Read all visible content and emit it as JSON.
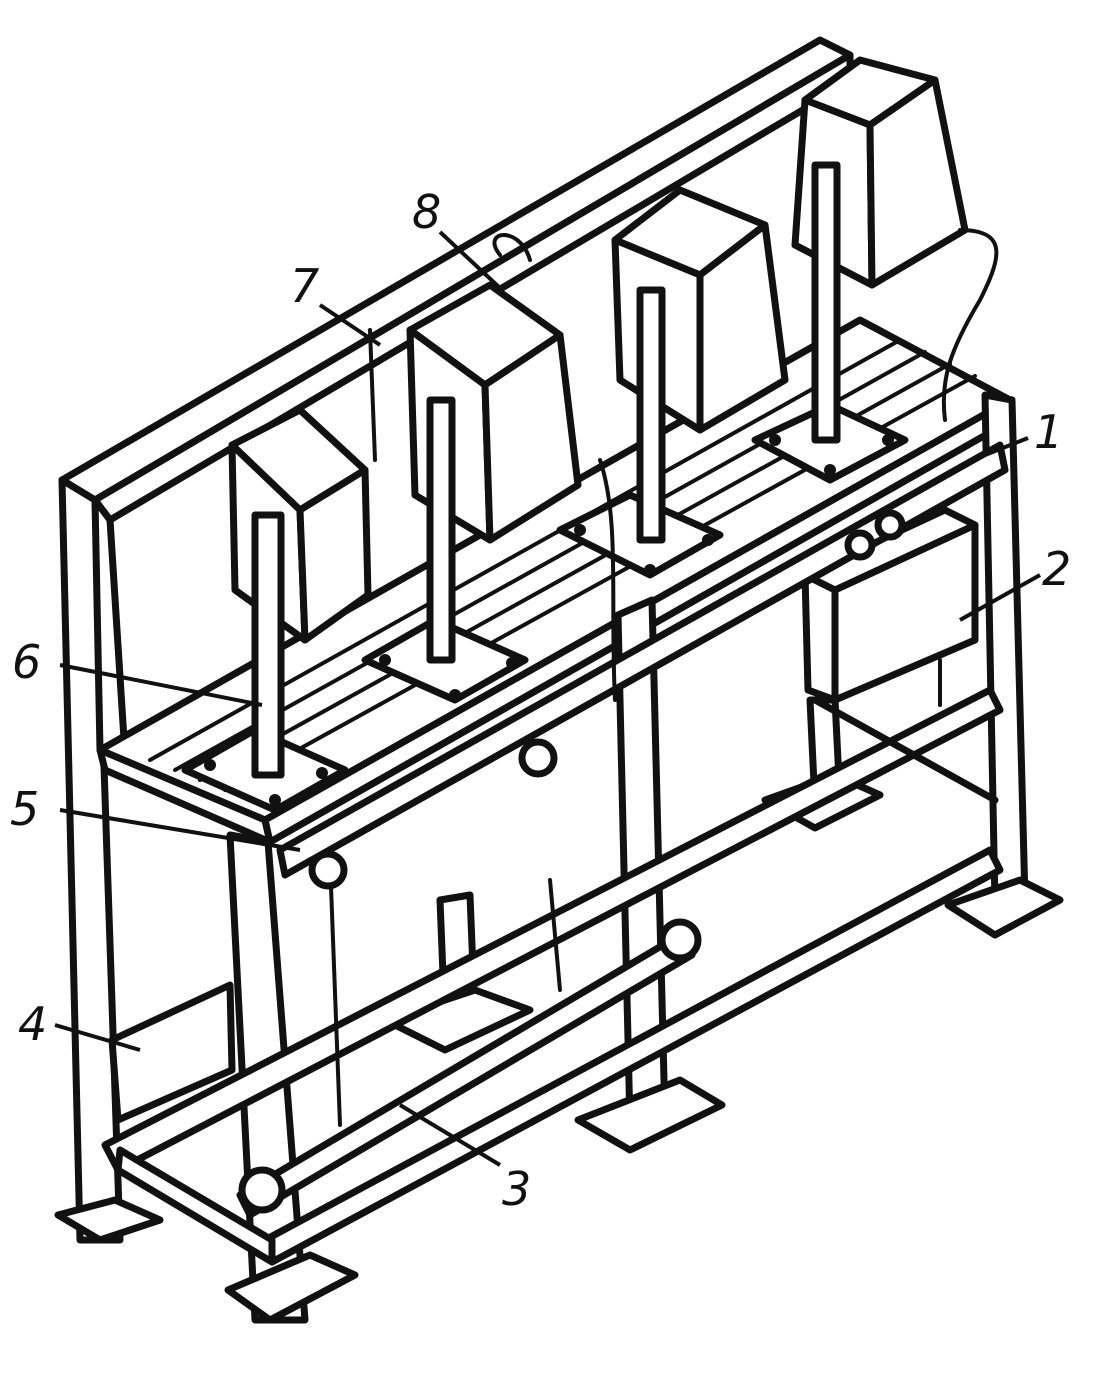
{
  "figure": {
    "callouts": [
      {
        "id": "c1",
        "label": "1"
      },
      {
        "id": "c2",
        "label": "2"
      },
      {
        "id": "c3",
        "label": "3"
      },
      {
        "id": "c4",
        "label": "4"
      },
      {
        "id": "c5",
        "label": "5"
      },
      {
        "id": "c6",
        "label": "6"
      },
      {
        "id": "c7",
        "label": "7"
      },
      {
        "id": "c8",
        "label": "8"
      }
    ]
  }
}
